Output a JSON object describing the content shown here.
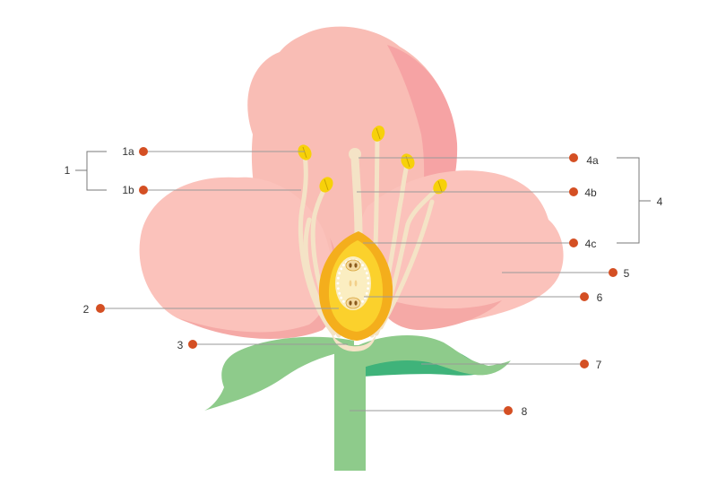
{
  "diagram": {
    "colors": {
      "petal_back": "#f9bdb5",
      "petal_back_shade": "#f6a3a4",
      "petal_front": "#fbc2bb",
      "petal_shade": "#f5a9a6",
      "filament": "#f4e3c6",
      "anther": "#f7d10a",
      "ovary_outer": "#f4ae1c",
      "ovary_inner": "#fbd12c",
      "ovule_chamber": "#fbeec1",
      "sepal": "#8ecb8b",
      "sepal_dark": "#3fb37a",
      "stem": "#8ecb8b",
      "marker": "#d44f23"
    },
    "labels": {
      "l1": "1",
      "l1a": "1a",
      "l1b": "1b",
      "l2": "2",
      "l3": "3",
      "l4": "4",
      "l4a": "4a",
      "l4b": "4b",
      "l4c": "4c",
      "l5": "5",
      "l6": "6",
      "l7": "7",
      "l8": "8"
    }
  }
}
